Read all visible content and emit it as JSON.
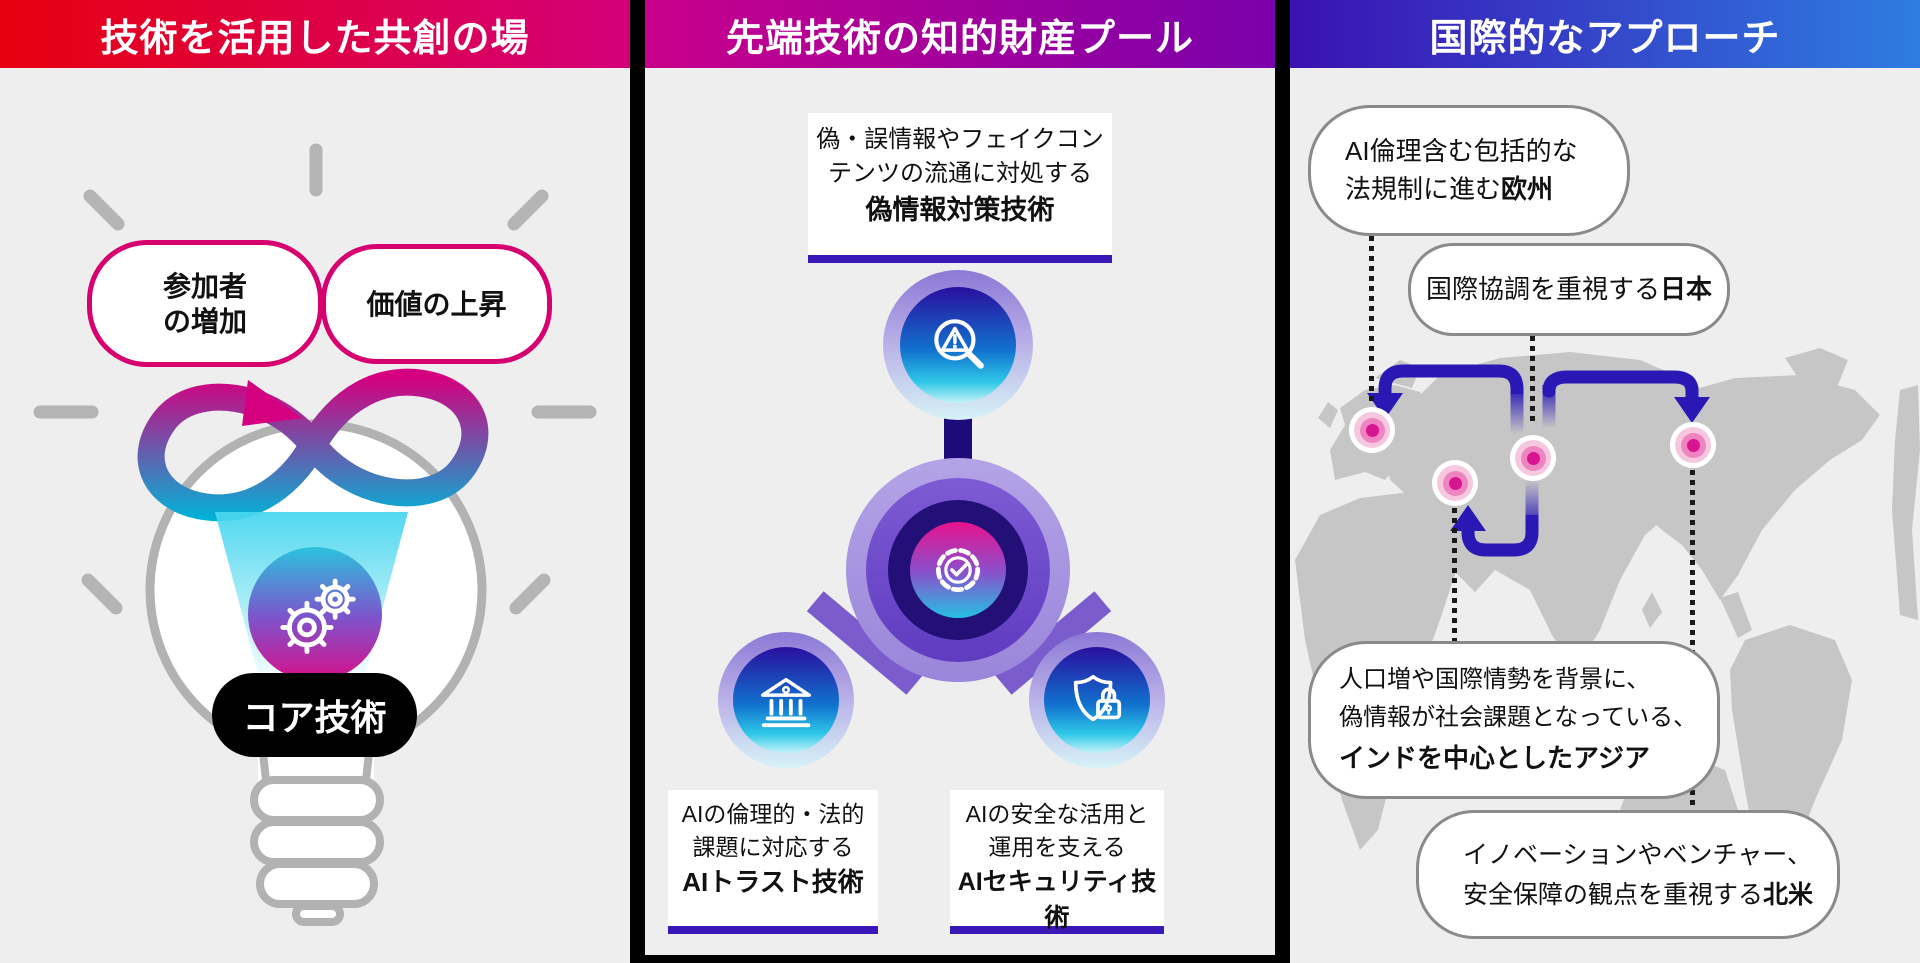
{
  "panel_left": {
    "header": "技術を活用した共創の場",
    "bubble_participants_line1": "参加者",
    "bubble_participants_line2": "の増加",
    "bubble_value": "価値の上昇",
    "core_label": "コア技術"
  },
  "panel_middle": {
    "header": "先端技術の知的財産プール",
    "top_box": {
      "line1": "偽・誤情報やフェイクコン",
      "line2": "テンツの流通に対処する",
      "bold": "偽情報対策技術"
    },
    "left_box": {
      "line1": "AIの倫理的・法的",
      "line2": "課題に対応する",
      "bold": "AIトラスト技術"
    },
    "right_box": {
      "line1": "AIの安全な活用と",
      "line2": "運用を支える",
      "bold": "AIセキュリティ技術"
    }
  },
  "panel_right": {
    "header": "国際的なアプローチ",
    "europe_bubble": {
      "line1": "AI倫理含む包括的な",
      "line2": "法規制に進む",
      "bold": "欧州"
    },
    "japan_bubble": {
      "line1": "国際協調を重視する",
      "bold": "日本"
    },
    "asia_bubble": {
      "line1": "人口増や国際情勢を背景に、",
      "line2": "偽情報が社会課題となっている、",
      "bold": "インドを中心としたアジア"
    },
    "north_america_bubble": {
      "line1": "イノベーションやベンチャー、",
      "line2": "安全保障の観点を重視する",
      "bold": "北米"
    }
  },
  "colors": {
    "header_left_start": "#e7000f",
    "header_left_end": "#d4007a",
    "header_middle_start": "#c9008b",
    "header_middle_end": "#7a00ab",
    "header_right_start": "#3a11b2",
    "header_right_end": "#2e7de2",
    "panel_bg": "#eeeeee",
    "accent_magenta": "#d6006f",
    "accent_cyan": "#00b4d8",
    "underline_indigo": "#3a18b8",
    "arrow_indigo": "#2a18b4",
    "connector_navy": "#1e0b7a",
    "connector_purple": "#7a5ccc",
    "map_gray": "#c6c6c6",
    "marker_magenta": "#d81590",
    "bubble_border_gray": "#8a8a8a",
    "bulb_gray": "#b2b2b2"
  }
}
